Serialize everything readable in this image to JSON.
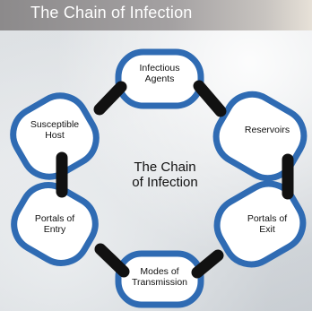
{
  "title": "The Chain of Infection",
  "center": [
    "The Chain",
    "of Infection"
  ],
  "colors": {
    "ring": "#2f6bb3",
    "node_fill": "#ffffff",
    "connector": "#111111"
  },
  "nodes": [
    {
      "id": "infectious-agents",
      "lines": [
        "Infectious",
        "Agents"
      ]
    },
    {
      "id": "reservoirs",
      "lines": [
        "Reservoirs"
      ]
    },
    {
      "id": "portals-of-exit",
      "lines": [
        "Portals of",
        "Exit"
      ]
    },
    {
      "id": "modes-of-transmission",
      "lines": [
        "Modes of",
        "Transmission"
      ]
    },
    {
      "id": "portals-of-entry",
      "lines": [
        "Portals of",
        "Entry"
      ]
    },
    {
      "id": "susceptible-host",
      "lines": [
        "Susceptible",
        "Host"
      ]
    }
  ]
}
